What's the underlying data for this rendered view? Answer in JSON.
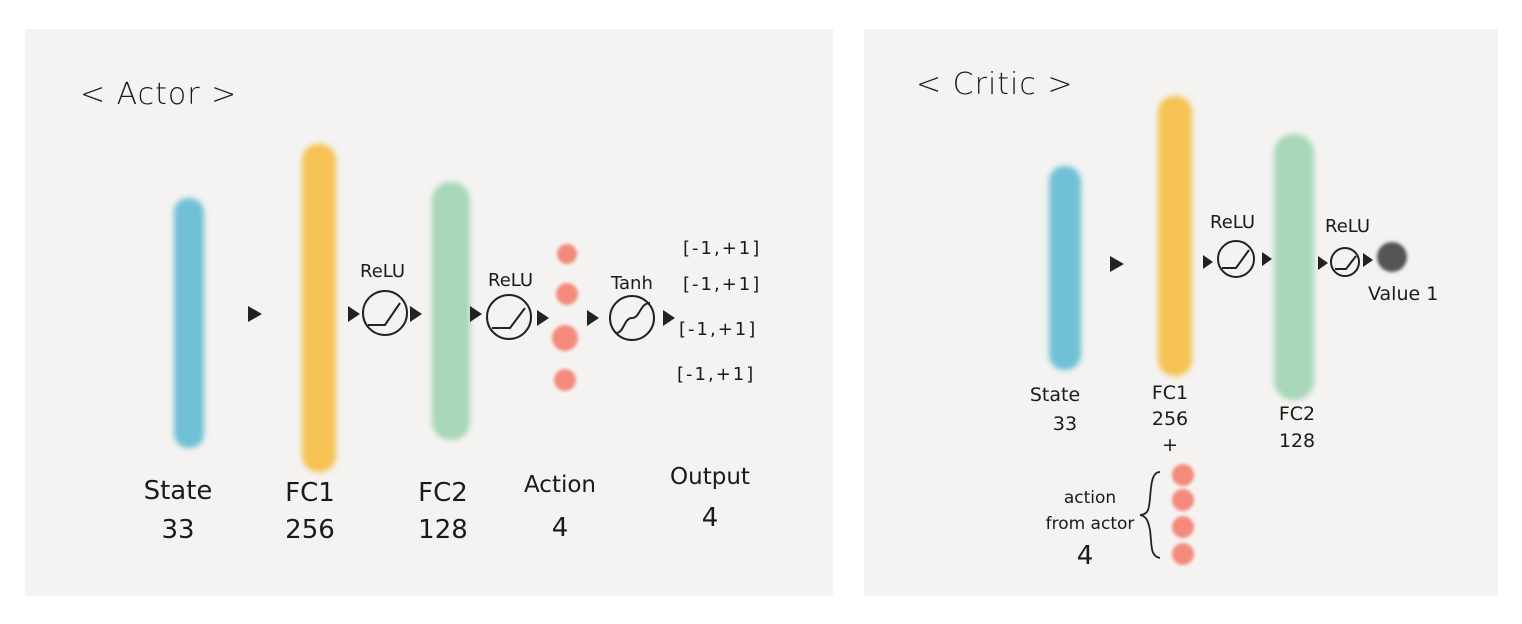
{
  "actor": {
    "title": "< Actor >",
    "layers": [
      {
        "name": "State",
        "size": "33",
        "color": "#6fc0d6"
      },
      {
        "name": "FC1",
        "size": "256",
        "color": "#f6c253"
      },
      {
        "name": "FC2",
        "size": "128",
        "color": "#a7d6b8"
      },
      {
        "name": "Action",
        "size": "4",
        "color": "#f48a7c"
      },
      {
        "name": "Output",
        "size": "4"
      }
    ],
    "activations": [
      "ReLU",
      "ReLU",
      "Tanh"
    ],
    "output_ranges": [
      "[-1,+1]",
      "[-1,+1]",
      "[-1,+1]",
      "[-1,+1]"
    ]
  },
  "critic": {
    "title": "< Critic >",
    "layers": [
      {
        "name": "State",
        "size": "33",
        "color": "#6fc0d6"
      },
      {
        "name": "FC1",
        "size": "256",
        "extra": "+",
        "color": "#f6c253"
      },
      {
        "name": "FC2",
        "size": "128",
        "color": "#a7d6b8"
      }
    ],
    "activations": [
      "ReLU",
      "ReLU"
    ],
    "value_label": "Value 1",
    "value_color": "#555555",
    "action_input": {
      "line1": "action",
      "line2": "from actor",
      "size": "4",
      "color": "#f48a7c"
    }
  }
}
